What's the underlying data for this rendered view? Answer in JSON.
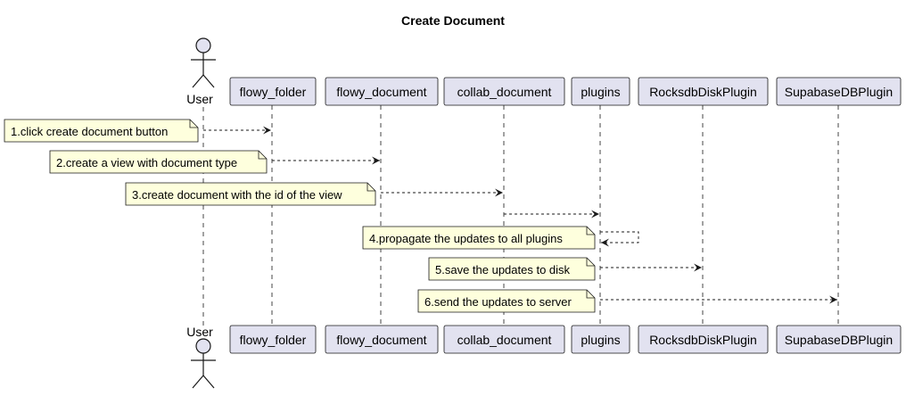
{
  "diagram": {
    "title": "Create Document",
    "actor": {
      "label": "User"
    },
    "participants": [
      {
        "label": "flowy_folder"
      },
      {
        "label": "flowy_document"
      },
      {
        "label": "collab_document"
      },
      {
        "label": "plugins"
      },
      {
        "label": "RocksdbDiskPlugin"
      },
      {
        "label": "SupabaseDBPlugin"
      }
    ],
    "notes": [
      {
        "text": "1.click create document button"
      },
      {
        "text": "2.create a view with document type"
      },
      {
        "text": "3.create document with the id of the view"
      },
      {
        "text": "4.propagate the updates to all plugins"
      },
      {
        "text": "5.save the updates to disk"
      },
      {
        "text": "6.send the updates to server"
      }
    ],
    "colors": {
      "participant_fill": "#E2E2F0",
      "participant_border": "#181818",
      "note_fill": "#FEFFDD",
      "line": "#181818"
    }
  }
}
